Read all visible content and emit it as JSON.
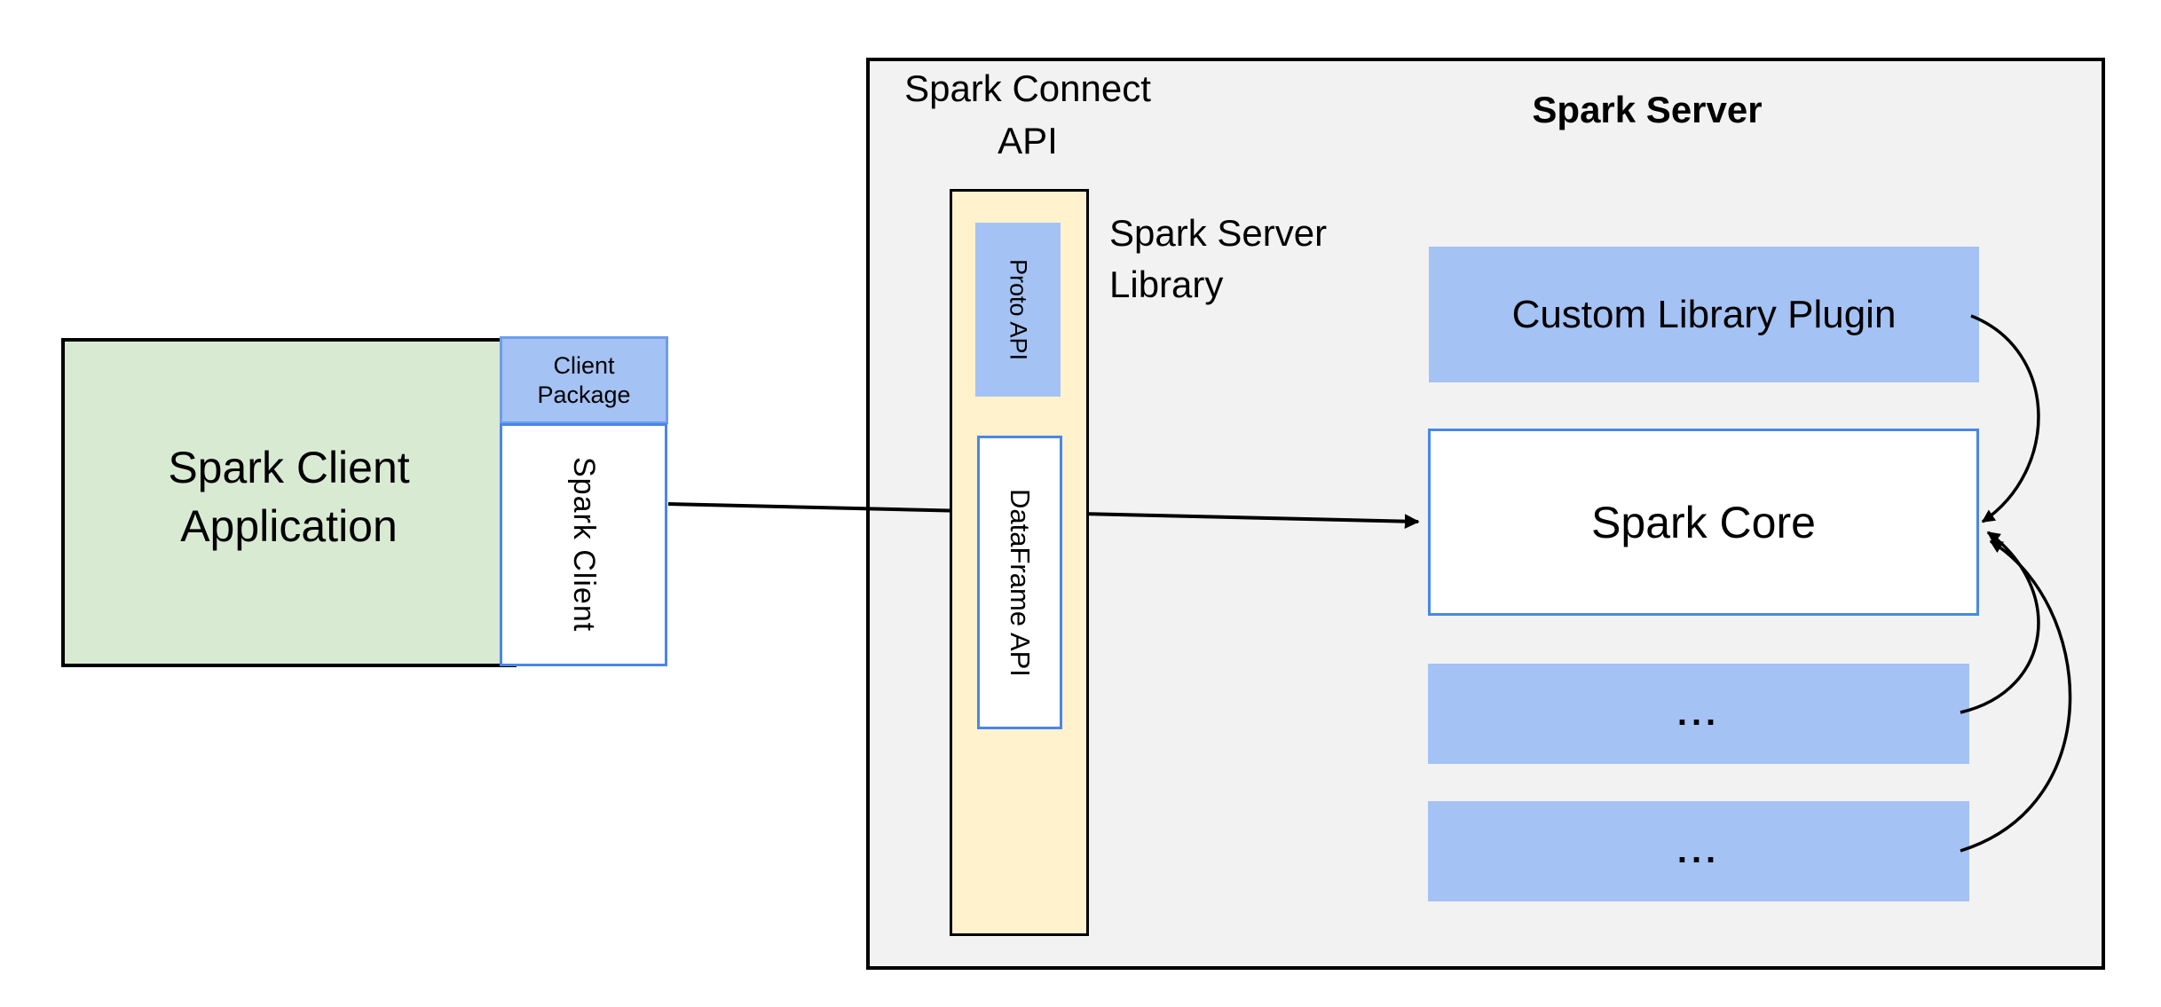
{
  "client": {
    "app_label": "Spark Client\nApplication",
    "package_label": "Client\nPackage",
    "spark_client_label": "Spark Client"
  },
  "connect": {
    "title": "Spark Connect\nAPI",
    "proto_api_label": "Proto API",
    "dataframe_api_label": "DataFrame API",
    "server_library_label": "Spark Server\nLibrary"
  },
  "server": {
    "title": "Spark Server",
    "plugin_label": "Custom Library Plugin",
    "core_label": "Spark Core",
    "extra_boxes": [
      {
        "label": "..."
      },
      {
        "label": "..."
      }
    ]
  },
  "diagram": {
    "connections": [
      {
        "from": "Spark Client",
        "to": "Spark Core"
      },
      {
        "from": "Custom Library Plugin",
        "to": "Spark Core"
      },
      {
        "from": "extra-box-1",
        "to": "Spark Core"
      },
      {
        "from": "extra-box-2",
        "to": "Spark Core"
      }
    ]
  },
  "colors": {
    "blue_fill": "#a4c2f4",
    "blue_border": "#4a86e8",
    "blue_border_light": "#6d9eeb",
    "green_fill": "#d9ead3",
    "yellow_fill": "#fff2cc",
    "grey_fill": "#f2f2f2",
    "line_color": "#000000",
    "text_color": "#000000",
    "page_background": "#ffffff"
  }
}
